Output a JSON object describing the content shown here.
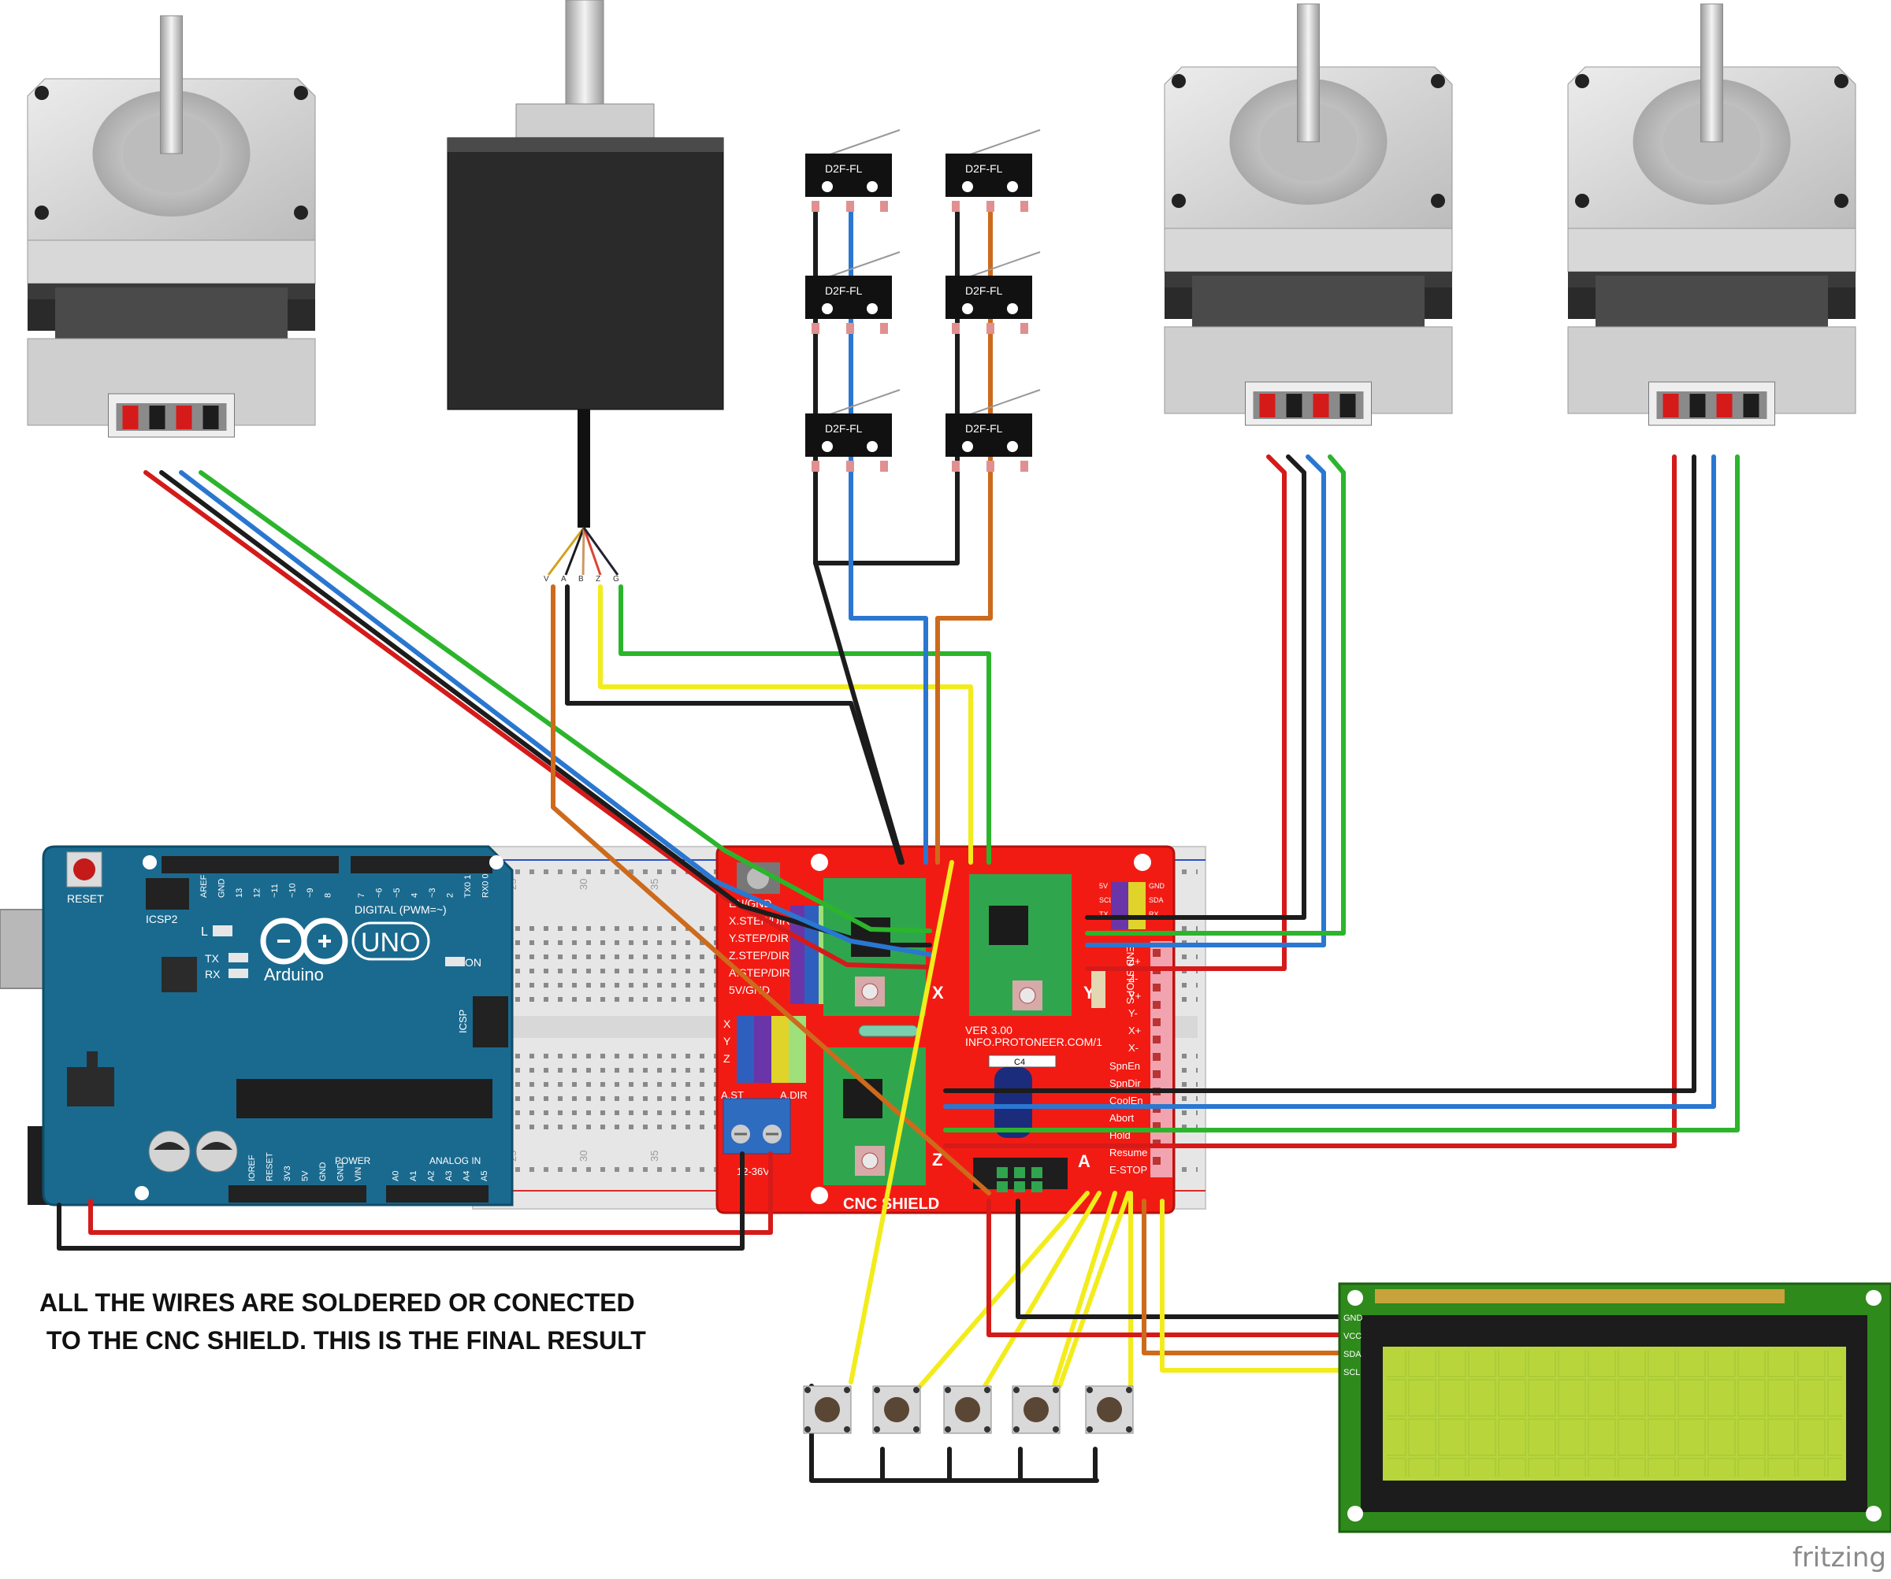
{
  "caption": {
    "line1": "ALL THE WIRES ARE SOLDERED OR CONECTED",
    "line2": " TO THE CNC SHIELD. THIS IS THE FINAL RESULT"
  },
  "watermark": "fritzing",
  "switch_label": "D2F-FL",
  "encoder_pins": [
    "V",
    "A",
    "B",
    "Z",
    "G"
  ],
  "arduino": {
    "logo": "Arduino",
    "model": "UNO",
    "reset": "RESET",
    "icsp2": "ICSP2",
    "icsp": "ICSP",
    "led_l": "L",
    "led_tx": "TX",
    "led_rx": "RX",
    "on": "ON",
    "digital": "DIGITAL (PWM=~)",
    "power": "POWER",
    "analog": "ANALOG IN",
    "top_pins": [
      "AREF",
      "GND",
      "13",
      "12",
      "~11",
      "~10",
      "~9",
      "8",
      "7",
      "~6",
      "~5",
      "4",
      "~3",
      "2",
      "TX0 1",
      "RX0 0"
    ],
    "bottom_pins": [
      "IOREF",
      "RESET",
      "3V3",
      "5V",
      "GND",
      "GND",
      "VIN",
      "A0",
      "A1",
      "A2",
      "A3",
      "A4",
      "A5"
    ]
  },
  "shield": {
    "title": "CNC SHIELD",
    "version": "VER 3.00",
    "url": "INFO.PROTONEER.COM/1",
    "left_labels": [
      "EN/GND",
      "X.STEP/DIR",
      "Y.STEP/DIR",
      "Z.STEP/DIR",
      "A.STEP/DIR",
      "5V/GND"
    ],
    "axis_labels": [
      "X",
      "Y",
      "Z",
      "A"
    ],
    "axis_left": [
      "X",
      "Y",
      "Z"
    ],
    "right_labels": [
      "SpnEn",
      "SpnDir",
      "CoolEn",
      "Abort",
      "Hold",
      "Resume",
      "E-STOP"
    ],
    "end_labels": [
      "Z+",
      "Z-",
      "Y+",
      "Y-",
      "X+",
      "X-"
    ],
    "end_title": "END STOPS",
    "header_labels": [
      "5V",
      "GND",
      "SCL",
      "SDA",
      "TX",
      "RX"
    ],
    "power_label": "12-36V",
    "ast_label": "A.ST",
    "adr_label": "A.DIR",
    "cap_label": "C4"
  },
  "breadboard_numbers": [
    "25",
    "30",
    "35"
  ],
  "lcd_pins": [
    "GND",
    "VCC",
    "SDA",
    "SCL"
  ],
  "colors": {
    "red": "#d51a1a",
    "black": "#1c1c1c",
    "blue": "#2a77d1",
    "green": "#2cb52c",
    "yellow": "#f2ec1c",
    "orange": "#cd6a1c",
    "shield_red": "#f21b13",
    "arduino_blue": "#1a6a8f",
    "driver_green": "#2fa64e",
    "lcd_green": "#2f8a1c",
    "lcd_screen": "#b8d63c"
  }
}
